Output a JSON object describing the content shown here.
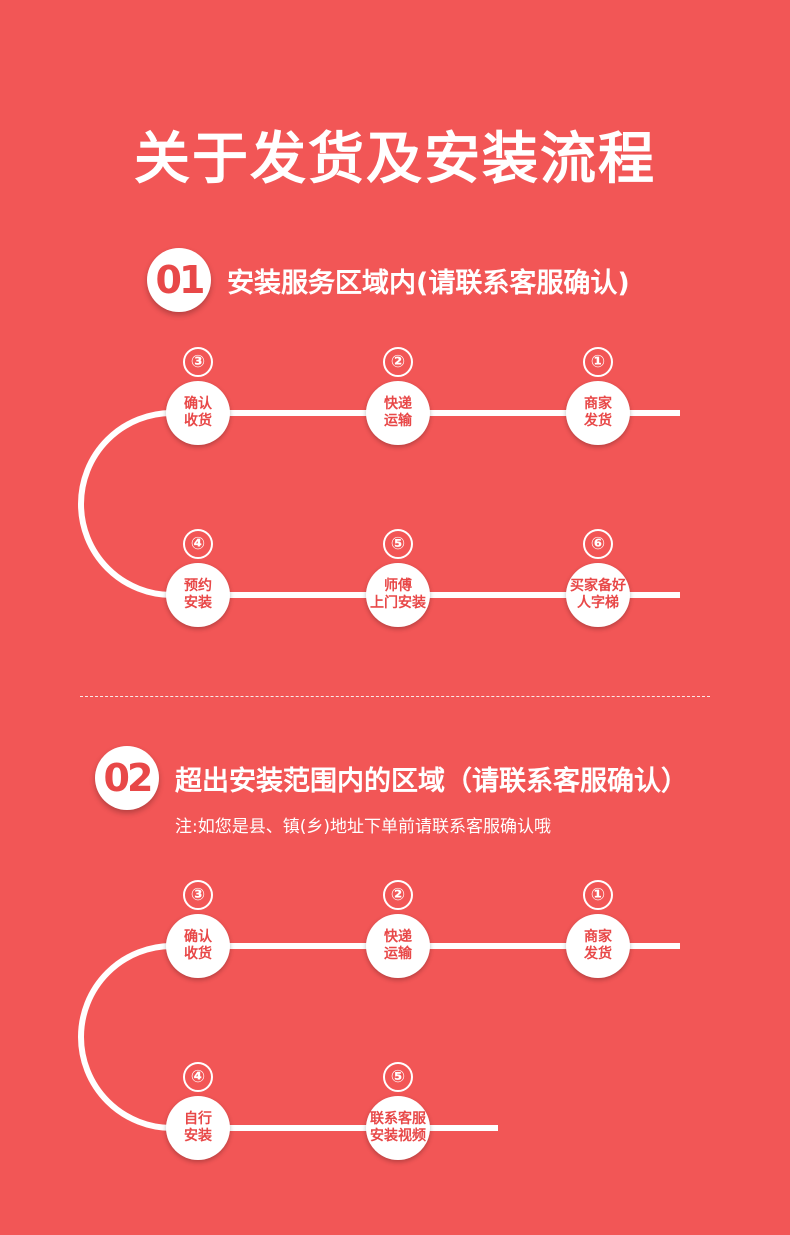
{
  "page": {
    "title": "关于发货及安装流程",
    "sections": [
      {
        "badge": "01",
        "title": "安装服务区域内(请联系客服确认)",
        "steps": [
          {
            "num": "③",
            "label": "确认\n收货"
          },
          {
            "num": "②",
            "label": "快递\n运输"
          },
          {
            "num": "①",
            "label": "商家\n发货"
          },
          {
            "num": "④",
            "label": "预约\n安装"
          },
          {
            "num": "⑤",
            "label": "师傅\n上门安装"
          },
          {
            "num": "⑥",
            "label": "买家备好\n人字梯"
          }
        ]
      },
      {
        "badge": "02",
        "title": "超出安装范围内的区域（请联系客服确认）",
        "note": "注:如您是县、镇(乡)地址下单前请联系客服确认哦",
        "steps": [
          {
            "num": "③",
            "label": "确认\n收货"
          },
          {
            "num": "②",
            "label": "快递\n运输"
          },
          {
            "num": "①",
            "label": "商家\n发货"
          },
          {
            "num": "④",
            "label": "自行\n安装"
          },
          {
            "num": "⑤",
            "label": "联系客服\n安装视频"
          }
        ]
      }
    ]
  },
  "colors": {
    "background": "#f25656",
    "accent_text": "#e84848",
    "line": "#ffffff"
  }
}
